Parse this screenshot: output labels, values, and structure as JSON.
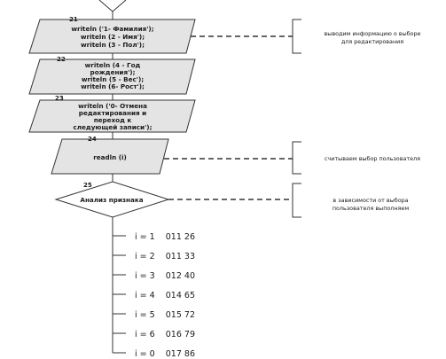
{
  "blocks": [
    {
      "number": "21",
      "lines": [
        "writeln ('1- Фамилия');",
        "writeln (2 - Имя');",
        "writeln (3 - Пол');"
      ]
    },
    {
      "number": "22",
      "lines": [
        "writeln (4 - Год",
        "рождения');",
        "writeln (5 - Вес');",
        "writeln (6- Рост');"
      ]
    },
    {
      "number": "23",
      "lines": [
        "writeln ('0- Отмена",
        "редактирования и",
        "переход к",
        "следующей записи');"
      ]
    },
    {
      "number": "24",
      "lines": [
        "readln (i)"
      ]
    },
    {
      "number": "25",
      "lines": [
        "Анализ признака"
      ]
    }
  ],
  "comments": [
    {
      "lines": [
        "выводим информацию о выборе",
        "для редактирования"
      ]
    },
    {
      "lines": [
        "считываем выбор пользователя"
      ]
    },
    {
      "lines": [
        "в зависимости от выбора",
        "пользователя выполняем"
      ]
    }
  ],
  "branches": [
    {
      "label": "i = 1    011 26"
    },
    {
      "label": "i = 2    011 33"
    },
    {
      "label": "i = 3    012 40"
    },
    {
      "label": "i = 4    014 65"
    },
    {
      "label": "i = 5    015 72"
    },
    {
      "label": "i = 6    016 79"
    },
    {
      "label": "i = 0    017 86"
    }
  ],
  "colors": {
    "stroke": "#333333",
    "fill_block": "#e4e4e4",
    "fill_decision": "#ffffff",
    "text": "#1a1a1a"
  }
}
